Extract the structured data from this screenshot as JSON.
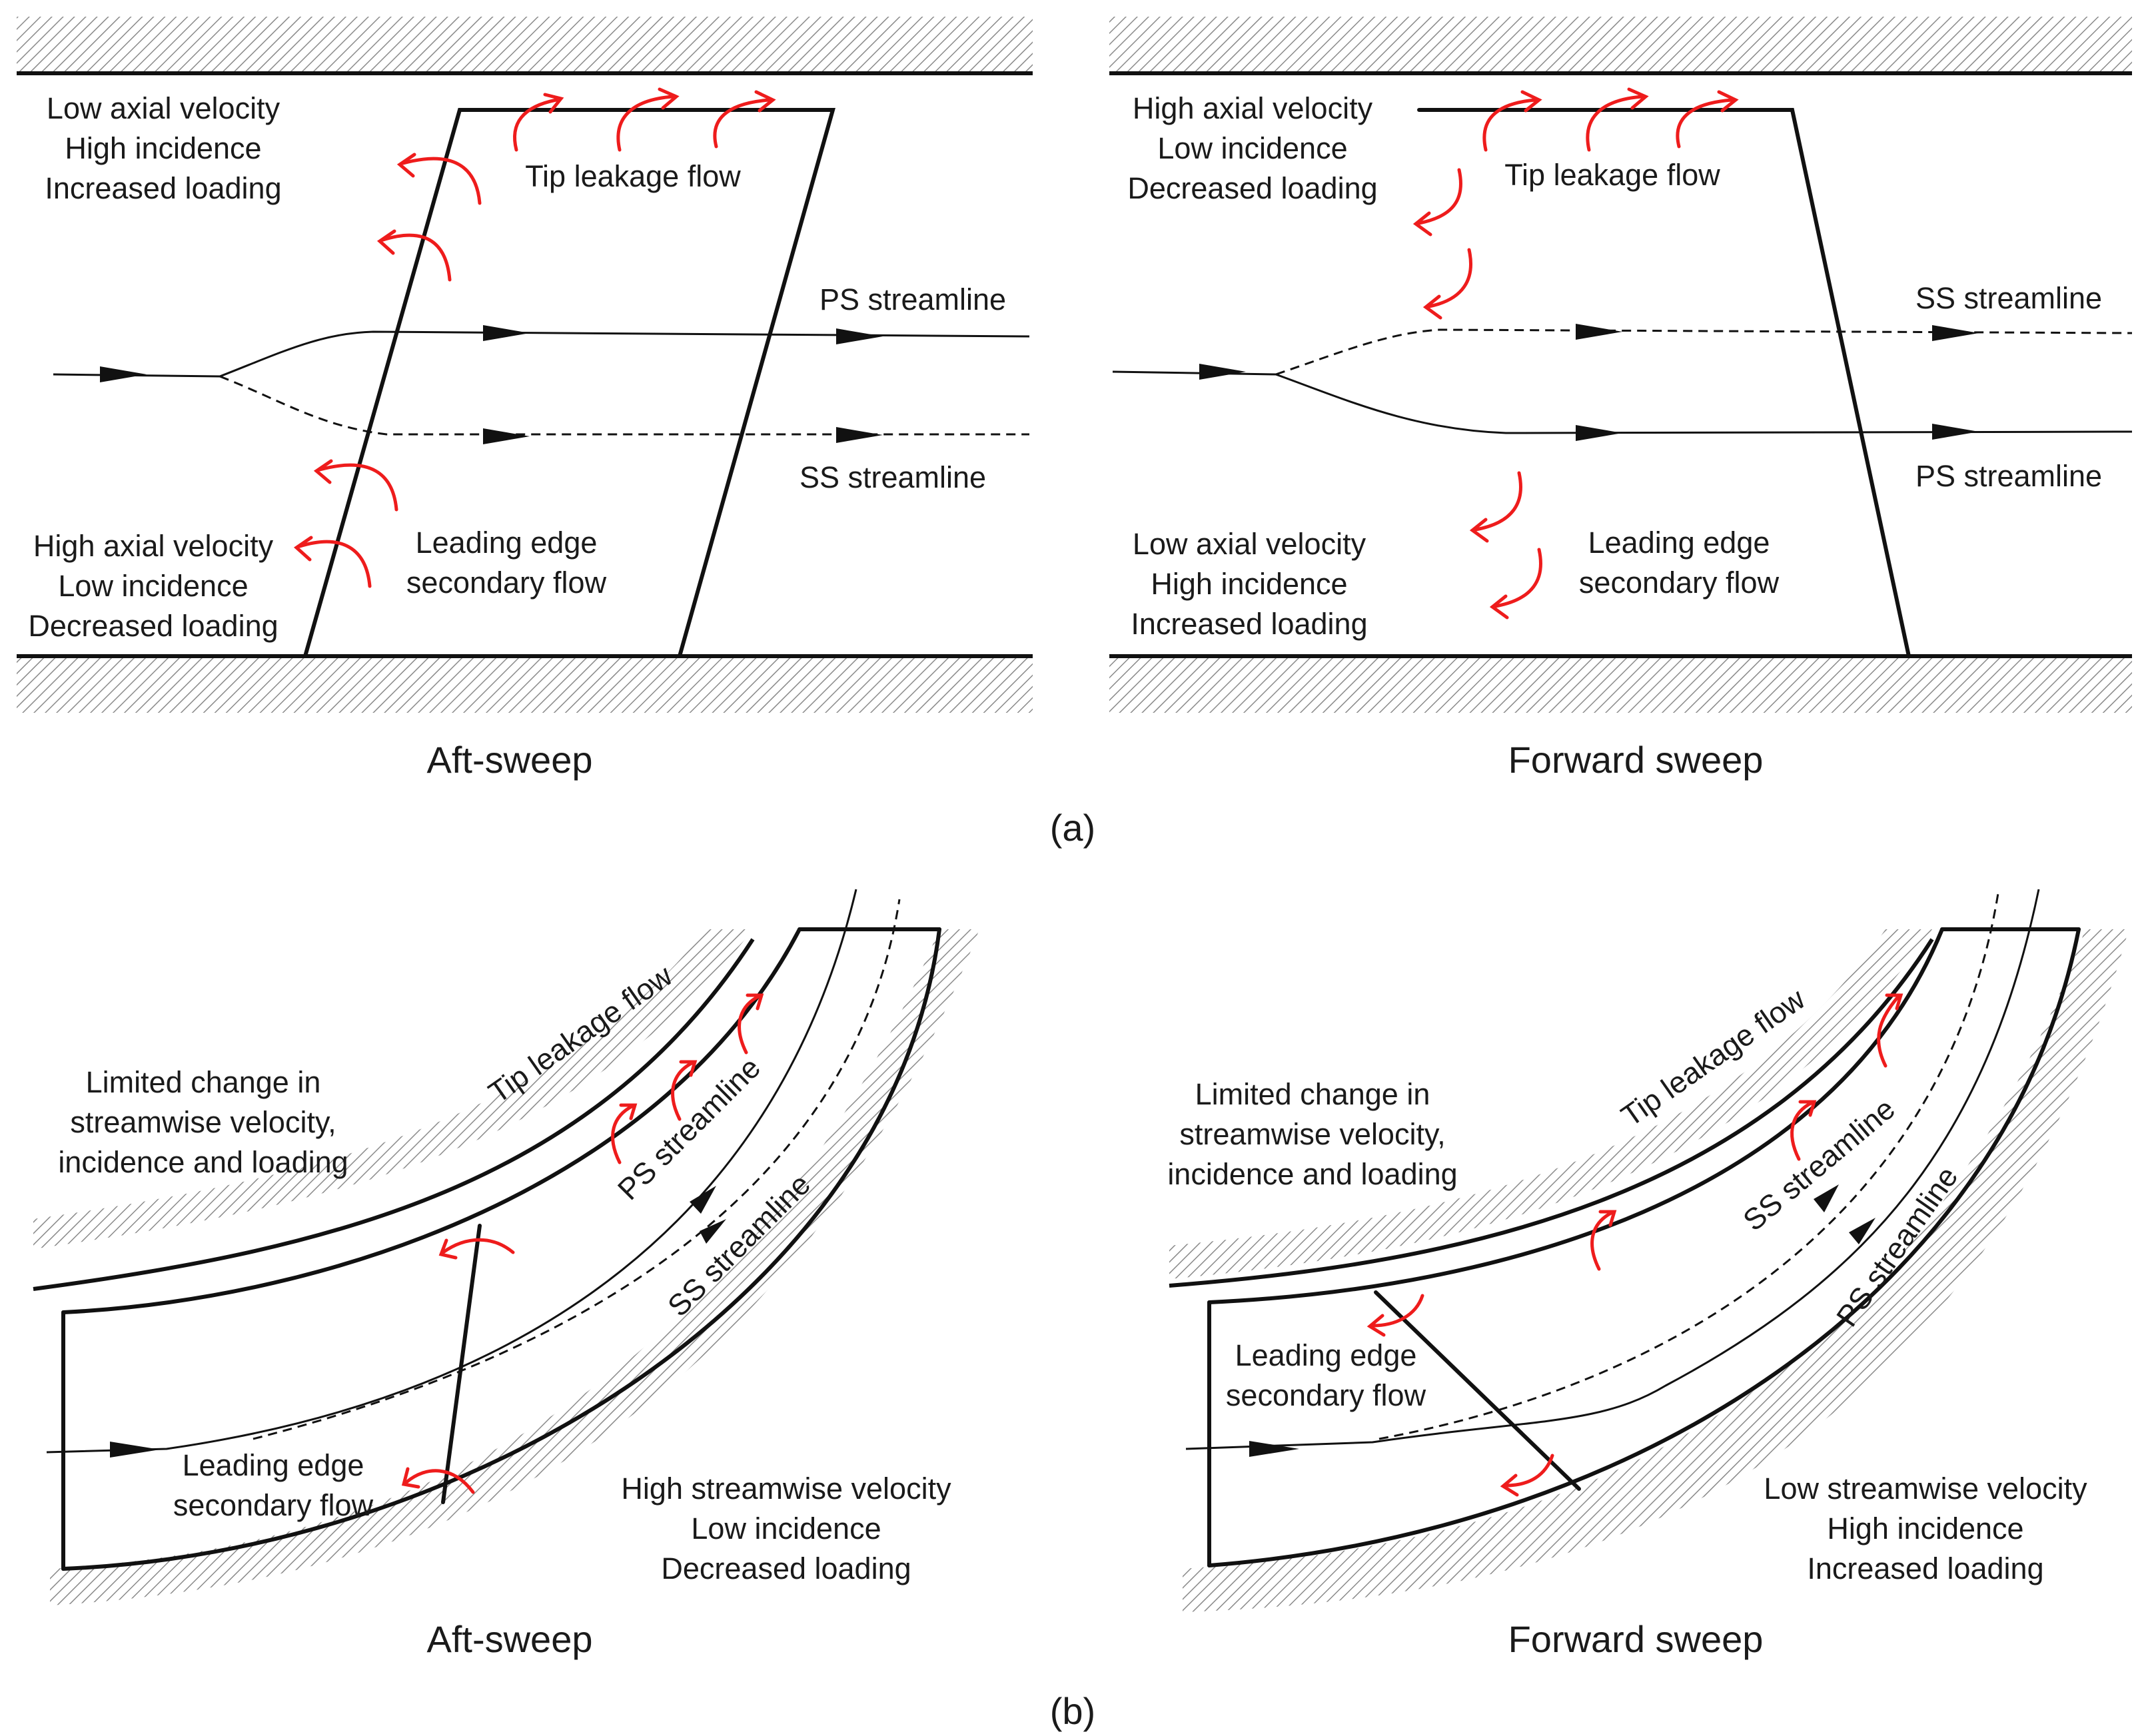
{
  "panel_a": {
    "aft": {
      "tip_region": [
        "Low axial velocity",
        "High incidence",
        "Increased loading"
      ],
      "hub_region": [
        "High axial velocity",
        "Low incidence",
        "Decreased loading"
      ],
      "tip_leakage": "Tip leakage flow",
      "le_secondary": [
        "Leading edge",
        "secondary flow"
      ],
      "upper_streamline": "PS streamline",
      "lower_streamline": "SS streamline",
      "caption": "Aft-sweep"
    },
    "forward": {
      "tip_region": [
        "High axial velocity",
        "Low incidence",
        "Decreased loading"
      ],
      "hub_region": [
        "Low axial velocity",
        "High incidence",
        "Increased loading"
      ],
      "tip_leakage": "Tip leakage flow",
      "le_secondary": [
        "Leading edge",
        "secondary flow"
      ],
      "upper_streamline": "SS streamline",
      "lower_streamline": "PS streamline",
      "caption": "Forward sweep"
    },
    "label": "(a)"
  },
  "panel_b": {
    "aft": {
      "limited": [
        "Limited change in",
        "streamwise velocity,",
        "incidence and loading"
      ],
      "tip_leakage": "Tip leakage flow",
      "ps_streamline": "PS streamline",
      "ss_streamline": "SS streamline",
      "le_secondary": [
        "Leading edge",
        "secondary flow"
      ],
      "hub_region": [
        "High streamwise velocity",
        "Low incidence",
        "Decreased loading"
      ],
      "caption": "Aft-sweep"
    },
    "forward": {
      "limited": [
        "Limited change in",
        "streamwise velocity,",
        "incidence and loading"
      ],
      "tip_leakage": "Tip leakage flow",
      "ss_streamline": "SS streamline",
      "ps_streamline": "PS streamline",
      "le_secondary": [
        "Leading edge",
        "secondary flow"
      ],
      "hub_region": [
        "Low streamwise velocity",
        "High incidence",
        "Increased loading"
      ],
      "caption": "Forward sweep"
    },
    "label": "(b)"
  }
}
